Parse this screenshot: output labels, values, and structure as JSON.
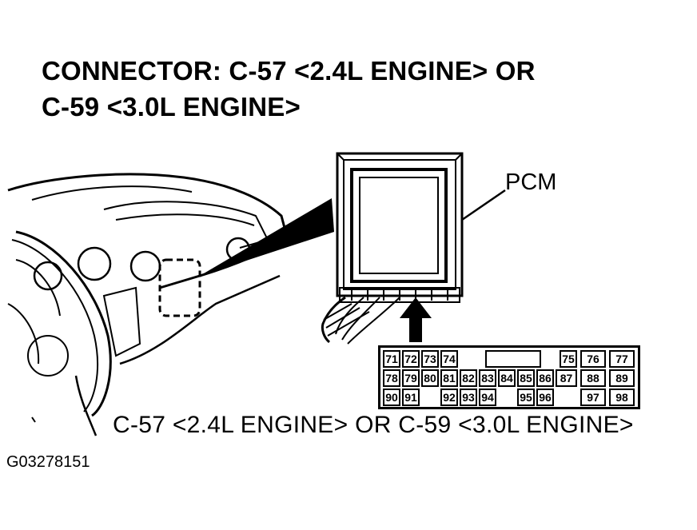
{
  "title": {
    "line1": "CONNECTOR: C-57 <2.4L ENGINE> OR",
    "line2": "C-59 <3.0L ENGINE>"
  },
  "labels": {
    "pcm": "PCM",
    "connector": "C-57 <2.4L ENGINE> OR C-59 <3.0L ENGINE>",
    "figure_id": "G03278151"
  },
  "connector_pins": {
    "row1": [
      "71",
      "72",
      "73",
      "74",
      "75",
      "76",
      "77"
    ],
    "row2": [
      "78",
      "79",
      "80",
      "81",
      "82",
      "83",
      "84",
      "85",
      "86",
      "87",
      "88",
      "89"
    ],
    "row3": [
      "90",
      "91",
      "92",
      "93",
      "94",
      "95",
      "96",
      "97",
      "98"
    ]
  }
}
